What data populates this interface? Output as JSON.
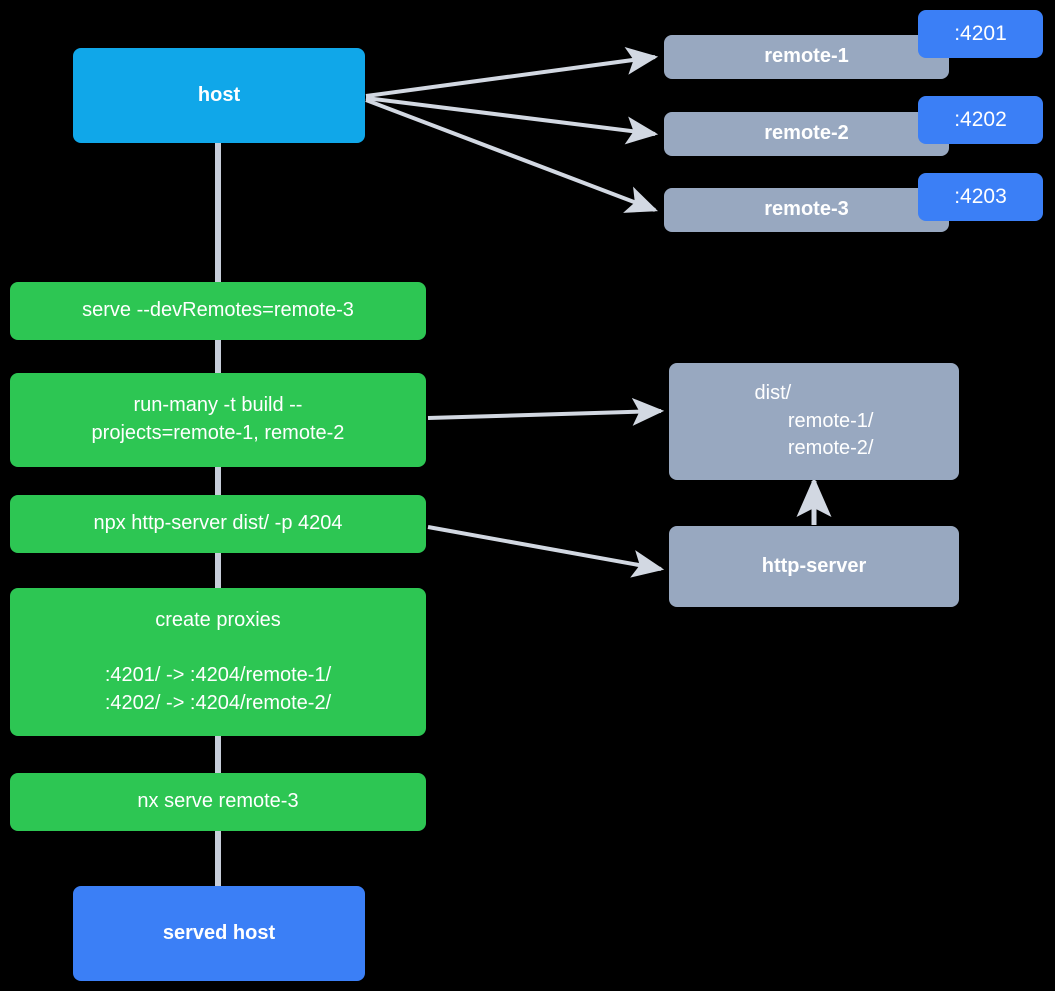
{
  "diagram": {
    "title": "nx host and remotes serve pipeline",
    "colors": {
      "background": "#000000",
      "host": "#10A7E9",
      "served_host": "#3B7FF6",
      "remote": "#98A8C0",
      "command": "#2DC653",
      "port_badge": "#3B7FF6",
      "edge": "#D2D8E2",
      "node_text": "#FFFFFF"
    },
    "nodes": {
      "host": {
        "label": "host"
      },
      "remote_1": {
        "label": "remote-1"
      },
      "remote_2": {
        "label": "remote-2"
      },
      "remote_3": {
        "label": "remote-3"
      },
      "port_1": {
        "label": ":4201"
      },
      "port_2": {
        "label": ":4202"
      },
      "port_3": {
        "label": ":4203"
      },
      "cmd_serve": {
        "label": "serve --devRemotes=remote-3"
      },
      "cmd_run_many": {
        "label": "run-many -t build --\nprojects=remote-1, remote-2"
      },
      "cmd_http_server": {
        "label": "npx http-server dist/ -p 4204"
      },
      "cmd_create_proxies": {
        "label": "create proxies\n\n:4201/ -> :4204/remote-1/\n:4202/ -> :4204/remote-2/"
      },
      "cmd_nx_serve": {
        "label": "nx serve remote-3"
      },
      "served_host": {
        "label": "served host"
      },
      "dist": {
        "label": "dist/\n      remote-1/\n      remote-2/"
      },
      "http_server": {
        "label": "http-server"
      }
    },
    "edges": [
      {
        "from": "host",
        "to": "remote-1",
        "kind": "arrow"
      },
      {
        "from": "host",
        "to": "remote-2",
        "kind": "arrow"
      },
      {
        "from": "host",
        "to": "remote-3",
        "kind": "arrow"
      },
      {
        "from": "host",
        "to": "cmd_serve",
        "kind": "line"
      },
      {
        "from": "cmd_serve",
        "to": "cmd_run_many",
        "kind": "line"
      },
      {
        "from": "cmd_run_many",
        "to": "dist",
        "kind": "arrow"
      },
      {
        "from": "cmd_run_many",
        "to": "cmd_http_server",
        "kind": "line"
      },
      {
        "from": "cmd_http_server",
        "to": "http_server",
        "kind": "arrow"
      },
      {
        "from": "cmd_http_server",
        "to": "cmd_create_proxies",
        "kind": "line"
      },
      {
        "from": "http_server",
        "to": "dist",
        "kind": "arrow"
      },
      {
        "from": "cmd_create_proxies",
        "to": "cmd_nx_serve",
        "kind": "line"
      },
      {
        "from": "cmd_nx_serve",
        "to": "served_host",
        "kind": "line"
      }
    ]
  }
}
